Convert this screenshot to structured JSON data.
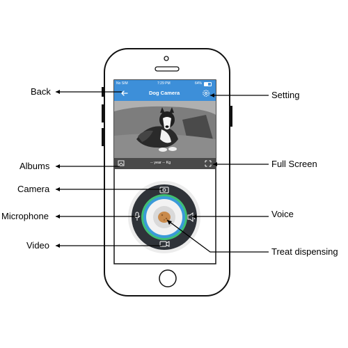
{
  "status_bar": {
    "carrier": "No SIM",
    "time": "7:29 PM",
    "battery": "64%"
  },
  "app": {
    "title": "Dog Camera",
    "readout": "-- year  -- Kg"
  },
  "labels": {
    "back": "Back",
    "setting": "Setting",
    "albums": "Albums",
    "full_screen": "Full Screen",
    "camera": "Camera",
    "microphone": "Microphone",
    "voice": "Voice",
    "video": "Video",
    "treat_dispensing": "Treat dispensing"
  },
  "colors": {
    "app_header": "#3d8fd9",
    "screen_bg": "#ffffff",
    "ring_outer": "#2f3339",
    "ring_green": "#3fbf73",
    "ring_blue": "#3b9ad9",
    "treat": "#c98a4b"
  },
  "icons": [
    "back-arrow-icon",
    "gear-icon",
    "album-icon",
    "fullscreen-icon",
    "camera-icon",
    "microphone-icon",
    "speaker-icon",
    "video-icon"
  ]
}
